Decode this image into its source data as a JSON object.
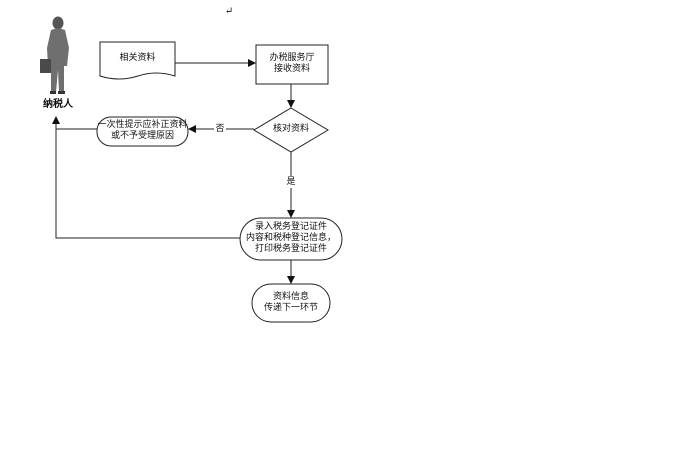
{
  "mark": "↵",
  "actor": {
    "label": "纳税人"
  },
  "nodes": {
    "docs": "相关资料",
    "hall": "办税服务厅\n接收资料",
    "check": "核对资料",
    "reject": "一次性提示应补正资料\n或不予受理原因",
    "entry": "录入税务登记证件\n内容和税种登记信息，\n打印税务登记证件",
    "transfer": "资料信息\n传递下一环节"
  },
  "edges": {
    "no": "否",
    "yes": "是"
  }
}
